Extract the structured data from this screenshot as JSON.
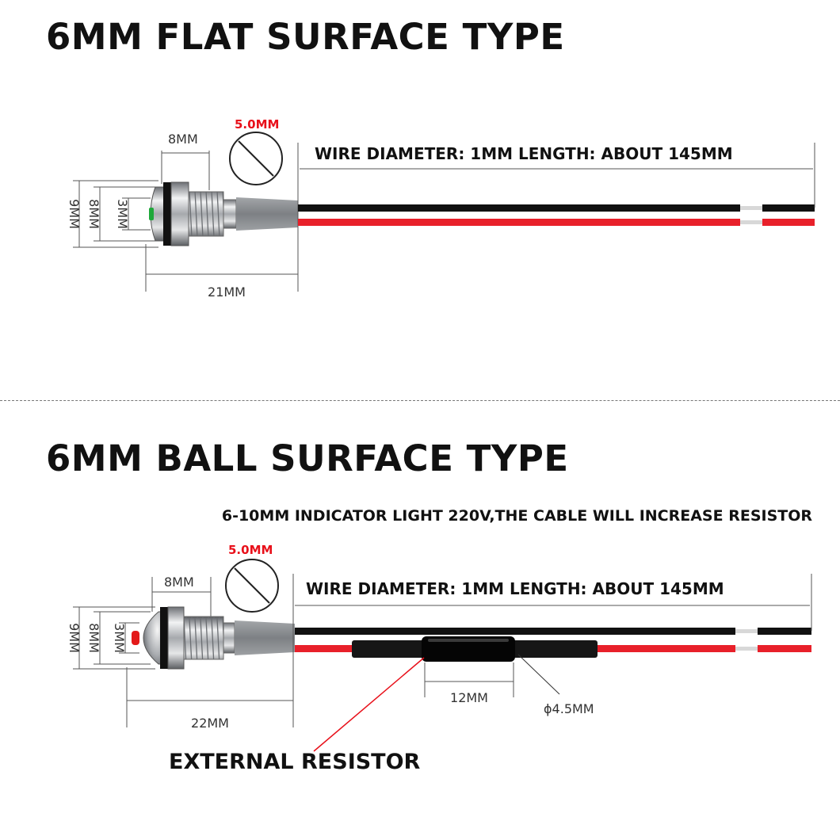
{
  "flat": {
    "title": "6MM FLAT SURFACE TYPE",
    "wire_spec": "WIRE DIAMETER: 1MM  LENGTH: ABOUT 145MM",
    "hole_diameter": "5.0MM",
    "dim_width": "8MM",
    "dim_outer": "9MM",
    "dim_thread": "8MM",
    "dim_lens": "3MM",
    "dim_length": "21MM",
    "lens_color": "#1ea83a"
  },
  "ball": {
    "title": "6MM BALL SURFACE TYPE",
    "note": "6-10MM INDICATOR LIGHT 220V,THE CABLE WILL INCREASE RESISTOR",
    "wire_spec": "WIRE DIAMETER: 1MM  LENGTH: ABOUT 145MM",
    "hole_diameter": "5.0MM",
    "dim_width": "8MM",
    "dim_outer": "9MM",
    "dim_thread": "8MM",
    "dim_lens": "3MM",
    "dim_length": "22MM",
    "resistor_length": "12MM",
    "resistor_diameter": "ϕ4.5MM",
    "resistor_label": "EXTERNAL RESISTOR",
    "lens_color": "#e31a1a"
  },
  "colors": {
    "wire_black": "#111111",
    "wire_red": "#e8202a",
    "cable_sheath": "#8a8d91",
    "accent_red": "#e8101a"
  }
}
